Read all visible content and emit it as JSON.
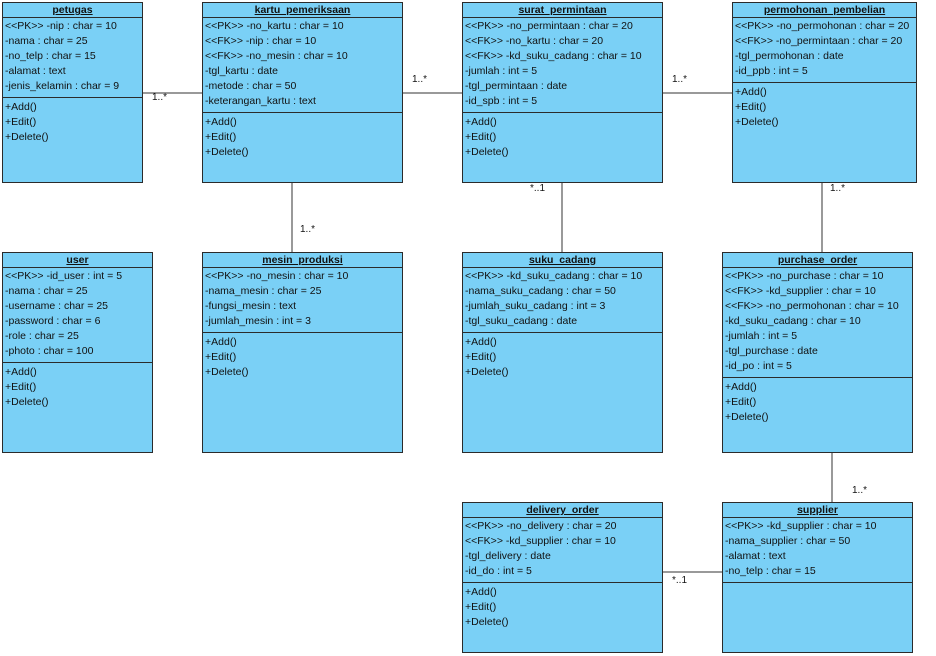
{
  "classes": [
    {
      "key": "petugas",
      "name": "petugas",
      "attributes": [
        "<<PK>> -nip : char = 10",
        "-nama : char = 25",
        "-no_telp : char = 15",
        "-alamat : text",
        "-jenis_kelamin : char = 9"
      ],
      "operations": [
        "+Add()",
        "+Edit()",
        "+Delete()"
      ]
    },
    {
      "key": "kartu_pemeriksaan",
      "name": "kartu_pemeriksaan",
      "attributes": [
        "<<PK>> -no_kartu : char = 10",
        "<<FK>> -nip : char = 10",
        "<<FK>> -no_mesin : char = 10",
        "-tgl_kartu : date",
        "-metode : char = 50",
        "-keterangan_kartu : text"
      ],
      "operations": [
        "+Add()",
        "+Edit()",
        "+Delete()"
      ]
    },
    {
      "key": "surat_permintaan",
      "name": "surat_permintaan",
      "attributes": [
        "<<PK>> -no_permintaan : char = 20",
        "<<FK>> -no_kartu : char = 20",
        "<<FK>> -kd_suku_cadang : char = 10",
        "-jumlah : int = 5",
        "-tgl_permintaan : date",
        "-id_spb : int = 5"
      ],
      "operations": [
        "+Add()",
        "+Edit()",
        "+Delete()"
      ]
    },
    {
      "key": "permohonan_pembelian",
      "name": "permohonan_pembelian",
      "attributes": [
        "<<PK>> -no_permohonan : char = 20",
        "<<FK>> -no_permintaan : char = 20",
        "-tgl_permohonan : date",
        "-id_ppb : int = 5"
      ],
      "operations": [
        "+Add()",
        "+Edit()",
        "+Delete()"
      ]
    },
    {
      "key": "user",
      "name": "user",
      "attributes": [
        "<<PK>> -id_user : int = 5",
        "-nama : char = 25",
        "-username : char = 25",
        "-password : char = 6",
        "-role : char = 25",
        "-photo : char = 100"
      ],
      "operations": [
        "+Add()",
        "+Edit()",
        "+Delete()"
      ]
    },
    {
      "key": "mesin_produksi",
      "name": "mesin_produksi",
      "attributes": [
        "<<PK>> -no_mesin : char = 10",
        "-nama_mesin : char = 25",
        "-fungsi_mesin : text",
        "-jumlah_mesin : int = 3"
      ],
      "operations": [
        "+Add()",
        "+Edit()",
        "+Delete()"
      ]
    },
    {
      "key": "suku_cadang",
      "name": "suku_cadang",
      "attributes": [
        "<<PK>> -kd_suku_cadang : char = 10",
        "-nama_suku_cadang : char = 50",
        "-jumlah_suku_cadang : int = 3",
        "-tgl_suku_cadang : date"
      ],
      "operations": [
        "+Add()",
        "+Edit()",
        "+Delete()"
      ]
    },
    {
      "key": "purchase_order",
      "name": "purchase_order",
      "attributes": [
        "<<PK>> -no_purchase : char = 10",
        "<<FK>> -kd_supplier : char = 10",
        "<<FK>> -no_permohonan : char = 10",
        "-kd_suku_cadang : char = 10",
        "-jumlah : int = 5",
        "-tgl_purchase : date",
        "-id_po : int = 5"
      ],
      "operations": [
        "+Add()",
        "+Edit()",
        "+Delete()"
      ]
    },
    {
      "key": "delivery_order",
      "name": "delivery_order",
      "attributes": [
        "<<PK>> -no_delivery : char = 20",
        "<<FK>> -kd_supplier : char = 10",
        "-tgl_delivery : date",
        "-id_do : int = 5"
      ],
      "operations": [
        "+Add()",
        "+Edit()",
        "+Delete()"
      ]
    },
    {
      "key": "supplier",
      "name": "supplier",
      "attributes": [
        "<<PK>> -kd_supplier : char = 10",
        "-nama_supplier : char = 50",
        "-alamat : text",
        "-no_telp : char = 15"
      ],
      "operations": []
    }
  ],
  "associations": [
    {
      "key": "petugas_kartu",
      "from": "petugas",
      "to": "kartu_pemeriksaan",
      "multiplicity": "1..*"
    },
    {
      "key": "kartu_surat",
      "from": "kartu_pemeriksaan",
      "to": "surat_permintaan",
      "multiplicity": "1..*"
    },
    {
      "key": "surat_permohonan",
      "from": "surat_permintaan",
      "to": "permohonan_pembelian",
      "multiplicity": "1..*"
    },
    {
      "key": "kartu_mesin",
      "from": "kartu_pemeriksaan",
      "to": "mesin_produksi",
      "multiplicity": "1..*"
    },
    {
      "key": "surat_suku",
      "from": "surat_permintaan",
      "to": "suku_cadang",
      "multiplicity": "*..1"
    },
    {
      "key": "permohonan_purchase",
      "from": "permohonan_pembelian",
      "to": "purchase_order",
      "multiplicity": "1..*"
    },
    {
      "key": "purchase_supplier",
      "from": "purchase_order",
      "to": "supplier",
      "multiplicity": "1..*"
    },
    {
      "key": "delivery_supplier",
      "from": "delivery_order",
      "to": "supplier",
      "multiplicity": "*..1"
    }
  ],
  "colors": {
    "class_fill": "#7ad0f6",
    "border": "#2b2b2b",
    "line": "#333333"
  }
}
